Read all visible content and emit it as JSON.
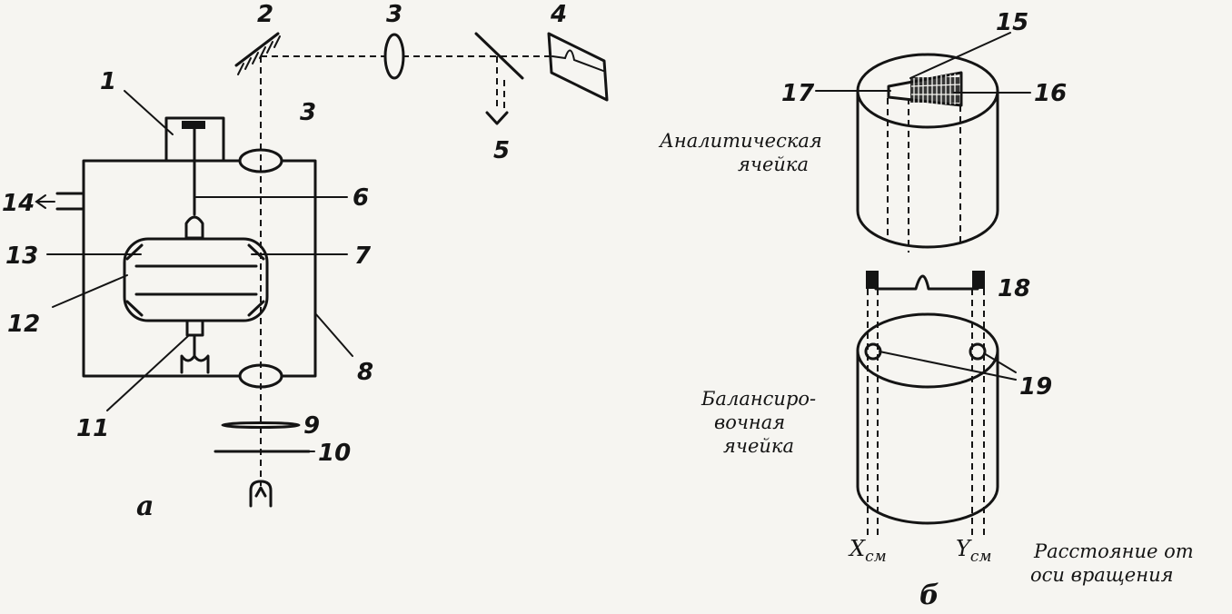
{
  "figure": {
    "part_a": "a",
    "part_b": "б",
    "numbers": {
      "n1": "1",
      "n2": "2",
      "n3a": "3",
      "n3b": "3",
      "n4": "4",
      "n5": "5",
      "n6": "6",
      "n7": "7",
      "n8": "8",
      "n9": "9",
      "n10": "10",
      "n11": "11",
      "n12": "12",
      "n13": "13",
      "n14": "14",
      "n15": "15",
      "n16": "16",
      "n17": "17",
      "n18": "18",
      "n19": "19"
    },
    "captions": {
      "analytic_line1": "Аналитическая",
      "analytic_line2": "ячейка",
      "balance_line1": "Балансиро-",
      "balance_line2": "вочная",
      "balance_line3": "ячейка",
      "distance_line1": "Расстояние от",
      "distance_line2": "оси вращения"
    },
    "axis_labels": {
      "x_main": "X",
      "x_sub": "см",
      "y_main": "Y",
      "y_sub": "см"
    }
  }
}
